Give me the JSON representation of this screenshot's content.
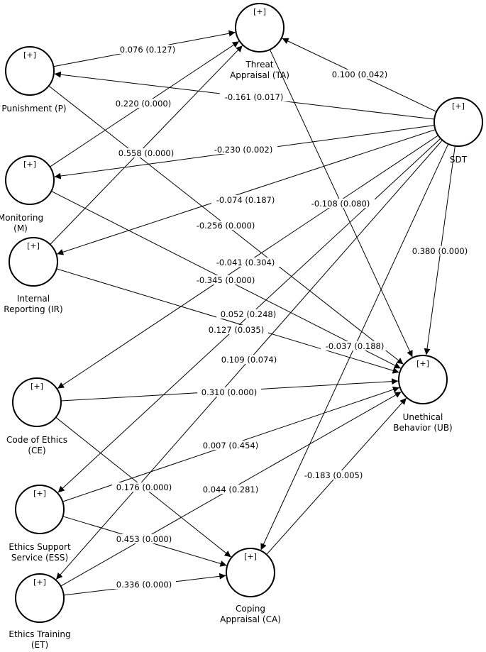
{
  "nodes": [
    {
      "id": "P",
      "marker": "[+]",
      "label_lines": [
        "Punishment (P)"
      ]
    },
    {
      "id": "M",
      "marker": "[+]",
      "label_lines": [
        "Monitoring",
        "(M)"
      ]
    },
    {
      "id": "IR",
      "marker": "[+]",
      "label_lines": [
        "Internal",
        "Reporting (IR)"
      ]
    },
    {
      "id": "CE",
      "marker": "[+]",
      "label_lines": [
        "Code of Ethics",
        "(CE)"
      ]
    },
    {
      "id": "ESS",
      "marker": "[+]",
      "label_lines": [
        "Ethics Support",
        "Service (ESS)"
      ]
    },
    {
      "id": "ET",
      "marker": "[+]",
      "label_lines": [
        "Ethics Training",
        "(ET)"
      ]
    },
    {
      "id": "TA",
      "marker": "[+]",
      "label_lines": [
        "Threat",
        "Appraisal (TA)"
      ]
    },
    {
      "id": "SDT",
      "marker": "[+]",
      "label_lines": [
        "SDT"
      ]
    },
    {
      "id": "UB",
      "marker": "[+]",
      "label_lines": [
        "Unethical",
        "Behavior (UB)"
      ]
    },
    {
      "id": "CA",
      "marker": "[+]",
      "label_lines": [
        "Coping",
        "Appraisal (CA)"
      ]
    }
  ],
  "edges": [
    {
      "from": "P",
      "to": "TA",
      "label": "0.076 (0.127)"
    },
    {
      "from": "M",
      "to": "TA",
      "label": "0.220 (0.000)"
    },
    {
      "from": "IR",
      "to": "TA",
      "label": "0.558 (0.000)"
    },
    {
      "from": "SDT",
      "to": "TA",
      "label": "0.100 (0.042)"
    },
    {
      "from": "SDT",
      "to": "P",
      "label": "-0.161 (0.017)"
    },
    {
      "from": "SDT",
      "to": "M",
      "label": "-0.230 (0.002)"
    },
    {
      "from": "SDT",
      "to": "IR",
      "label": "-0.074 (0.187)"
    },
    {
      "from": "SDT",
      "to": "CE",
      "label": "-0.041 (0.304)"
    },
    {
      "from": "SDT",
      "to": "ESS",
      "label": "0.052 (0.248)"
    },
    {
      "from": "SDT",
      "to": "ET",
      "label": "0.109 (0.074)"
    },
    {
      "from": "SDT",
      "to": "CA",
      "label": "-0.108 (0.080)"
    },
    {
      "from": "SDT",
      "to": "UB",
      "label": "0.380 (0.000)"
    },
    {
      "from": "TA",
      "to": "UB",
      "label": "-0.037 (0.188)"
    },
    {
      "from": "P",
      "to": "UB",
      "label": "-0.256 (0.000)"
    },
    {
      "from": "M",
      "to": "UB",
      "label": "-0.345 (0.000)"
    },
    {
      "from": "IR",
      "to": "UB",
      "label": "0.127 (0.035)"
    },
    {
      "from": "CE",
      "to": "UB",
      "label": "0.310 (0.000)"
    },
    {
      "from": "ESS",
      "to": "UB",
      "label": "0.007 (0.454)"
    },
    {
      "from": "ET",
      "to": "UB",
      "label": "0.044 (0.281)"
    },
    {
      "from": "CA",
      "to": "UB",
      "label": "-0.183 (0.005)"
    },
    {
      "from": "CE",
      "to": "CA",
      "label": "0.176 (0.000)"
    },
    {
      "from": "ESS",
      "to": "CA",
      "label": "0.453 (0.000)"
    },
    {
      "from": "ET",
      "to": "CA",
      "label": "0.336 (0.000)"
    }
  ]
}
